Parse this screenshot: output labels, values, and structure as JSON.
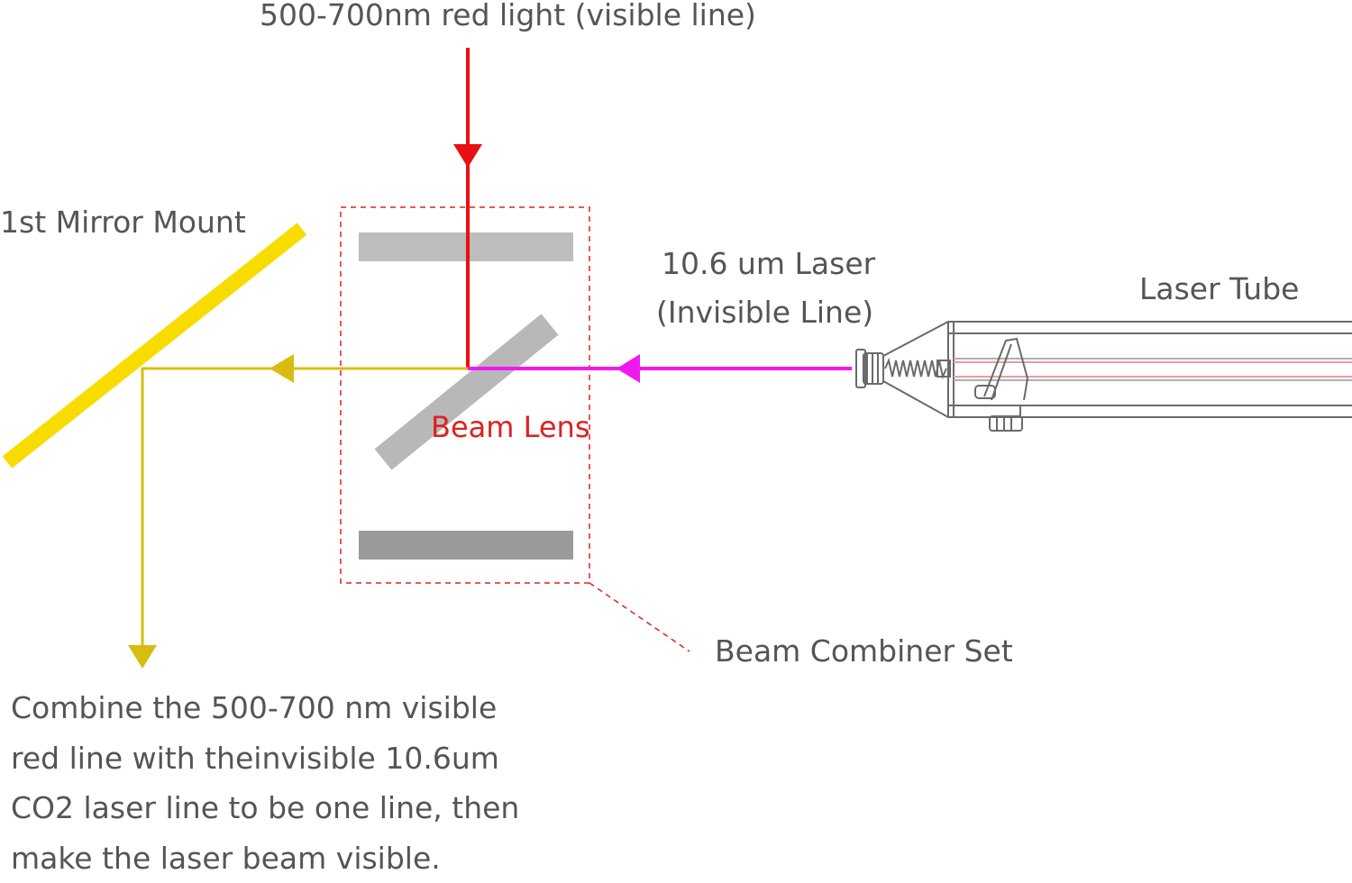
{
  "labels": {
    "red_light": "500-700nm red light (visible line)",
    "mirror_mount": "1st Mirror Mount",
    "laser_line1": "10.6 um Laser",
    "laser_line2": "(Invisible Line)",
    "laser_tube": "Laser Tube",
    "beam_lens": "Beam Lens",
    "beam_combiner": "Beam Combiner Set"
  },
  "caption": [
    "Combine the 500-700 nm visible",
    "red line with theinvisible 10.6um",
    "CO2 laser line to be one line, then",
    "make the laser beam visible."
  ],
  "colors": {
    "red_beam": "#e81010",
    "invisible_beam": "#f018f0",
    "combined_beam": "#d8bd10",
    "mirror": "#f8dc00",
    "lens": "#b8b8b8",
    "combiner_plate_top": "#bdbdbd",
    "combiner_plate_bottom": "#9a9a9a",
    "combiner_border": "#e02020",
    "label_text": "#555555",
    "lens_label": "#e02020"
  }
}
